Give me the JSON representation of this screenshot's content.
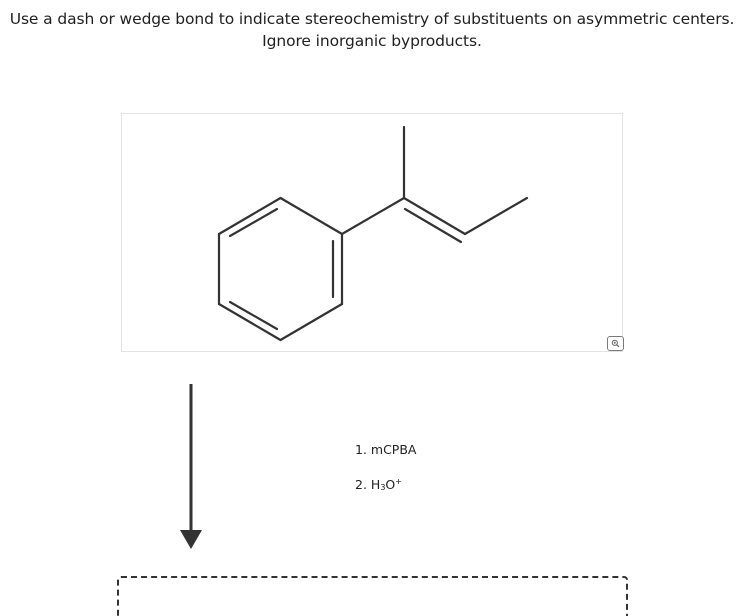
{
  "instructions": {
    "line1": "Use a dash or wedge bond to indicate stereochemistry of substituents on asymmetric centers.",
    "line2": "Ignore inorganic byproducts."
  },
  "reagents": {
    "step1": "1. mCPBA",
    "step2_prefix": "2. H",
    "step2_sub": "3",
    "step2_mid": "O",
    "step2_sup": "+"
  },
  "icons": {
    "zoom": "magnifier-icon",
    "arrow": "down-arrow-icon"
  },
  "colors": {
    "bond": "#333333",
    "box_border": "#e3e3e3"
  }
}
